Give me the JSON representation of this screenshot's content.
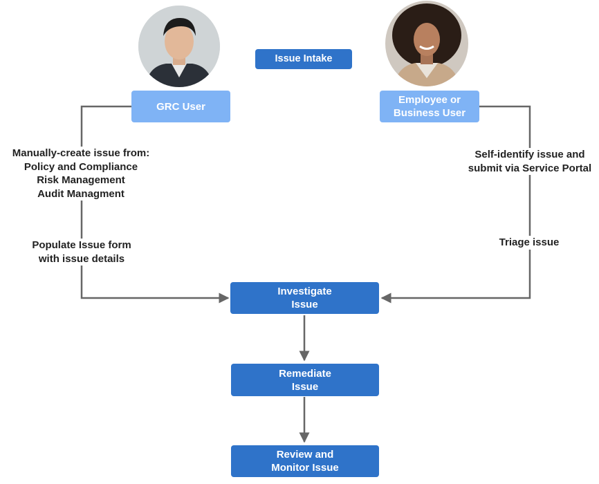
{
  "header": {
    "title": "Issue Intake"
  },
  "actors": {
    "grc_user": {
      "label": "GRC User"
    },
    "employee": {
      "label": "Employee or\nBusiness User"
    }
  },
  "left_path": {
    "step1": "Manually-create issue from:\nPolicy and Compliance\nRisk Management\nAudit Managment",
    "step2": "Populate Issue form\nwith issue details"
  },
  "right_path": {
    "step1": "Self-identify issue and\nsubmit via Service Portal",
    "step2": "Triage issue"
  },
  "process": {
    "investigate": "Investigate\nIssue",
    "remediate": "Remediate\nIssue",
    "review": "Review and\nMonitor  Issue"
  },
  "colors": {
    "dark_box": "#2f73c9",
    "light_box": "#7fb3f5",
    "connector": "#666666"
  }
}
